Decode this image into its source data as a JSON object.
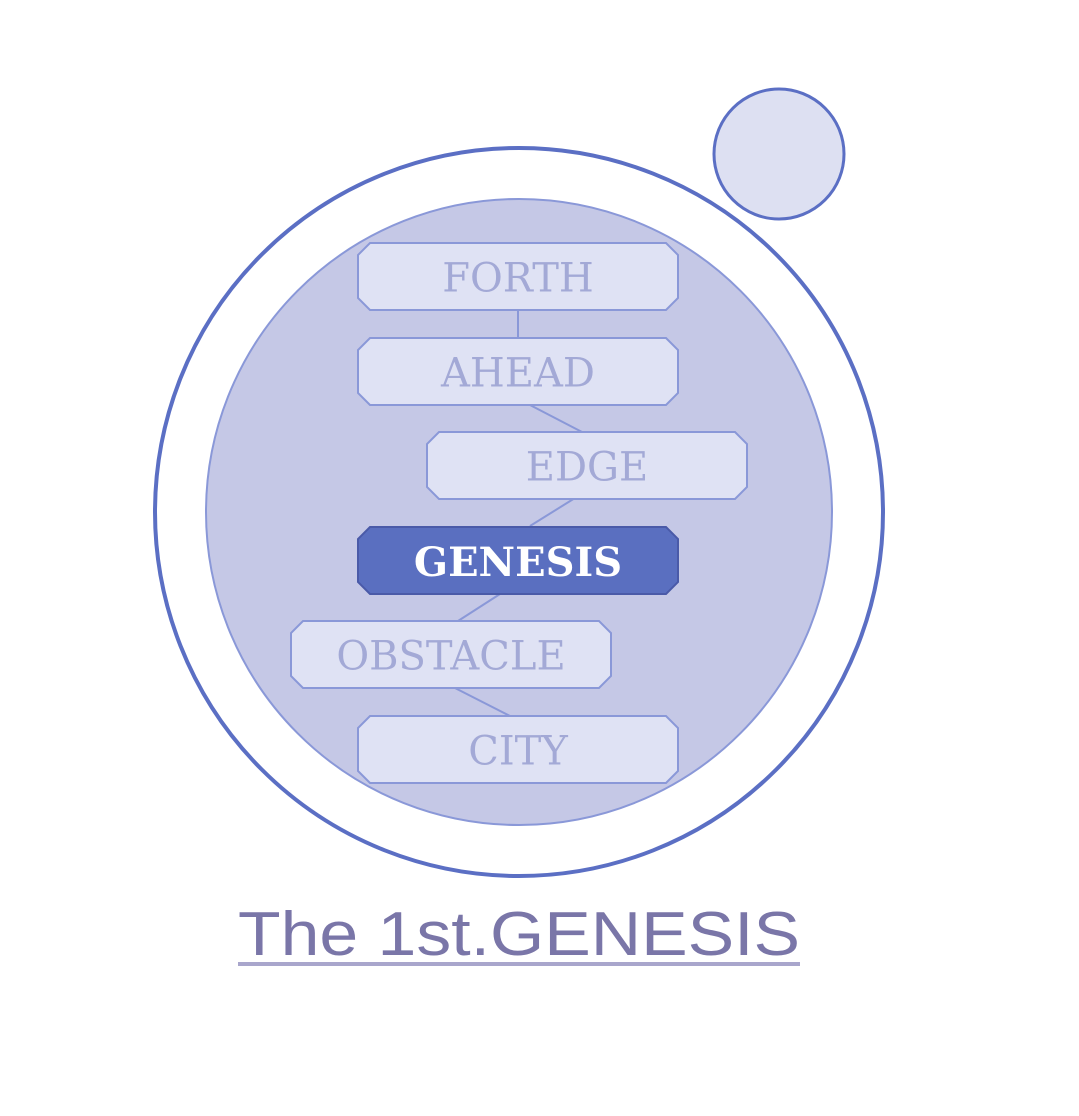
{
  "diagram": {
    "steps": [
      {
        "label": "FORTH",
        "active": false
      },
      {
        "label": "AHEAD",
        "active": false
      },
      {
        "label": "EDGE",
        "active": false
      },
      {
        "label": "GENESIS",
        "active": true
      },
      {
        "label": "OBSTACLE",
        "active": false
      },
      {
        "label": "CITY",
        "active": false
      }
    ],
    "title": "The 1st.GENESIS"
  },
  "colors": {
    "ring": "#5b6fc4",
    "inner_fill": "#c5c8e6",
    "box_fill": "#dfe2f4",
    "box_stroke": "#8a98d8",
    "active_fill": "#5a6fc0",
    "title": "#7a76a8"
  }
}
